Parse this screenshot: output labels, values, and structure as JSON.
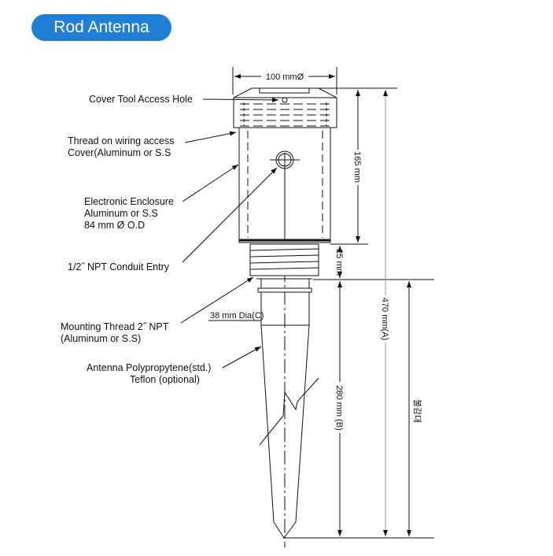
{
  "title": "Rod Antenna",
  "colors": {
    "accent": "#1f7fd6",
    "line": "#111111",
    "gray_line": "#aaaaaa"
  },
  "labels": {
    "cover_tool": "Cover Tool Access Hole",
    "thread_line1": "Thread on wiring access",
    "thread_line2": "Cover(Aluminum or S.S",
    "enclosure_line1": "Electronic Enclosure",
    "enclosure_line2": "Aluminum or S.S",
    "enclosure_line3": "84 mm Ø O.D",
    "conduit": "1/2˝  NPT Conduit Entry",
    "mounting_line1": "Mounting Thread 2˝  NPT",
    "mounting_line2": "(Aluminum or S.S)",
    "antenna_line1": "Antenna Polypropytene(std.)",
    "antenna_line2": "Teflon     (optional)"
  },
  "dimensions": {
    "width": "100 mmØ",
    "enclosure_height": "165 mm",
    "thread_height": "25 mm",
    "total_length": "470 mm(A)",
    "antenna_length": "280 mm (B)",
    "neck_diameter": "38 mm Dia(C)",
    "dead_zone": "불감대"
  }
}
